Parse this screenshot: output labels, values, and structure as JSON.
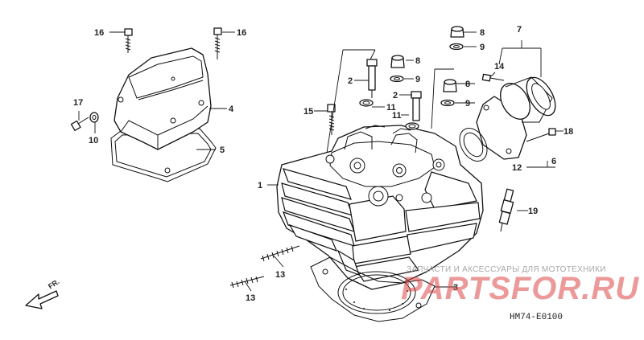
{
  "callouts": {
    "n1": "1",
    "n2a": "2",
    "n2b": "2",
    "n3": "3",
    "n4": "4",
    "n5": "5",
    "n6": "6",
    "n7": "7",
    "n8a": "8",
    "n8b": "8",
    "n8c": "8",
    "n9a": "9",
    "n9b": "9",
    "n9c": "9",
    "n10": "10",
    "n11a": "11",
    "n11b": "11",
    "n12": "12",
    "n13a": "13",
    "n13b": "13",
    "n14": "14",
    "n15": "15",
    "n16a": "16",
    "n16b": "16",
    "n17": "17",
    "n18": "18",
    "n19": "19"
  },
  "direction_label": "FR.",
  "diagram_code": "HM74-E0100",
  "watermark": {
    "tagline": "ЗАПЧАСТИ И АКСЕССУАРЫ ДЛЯ МОТОТЕХНИКИ",
    "brand": "PARTSFOR.RU"
  }
}
